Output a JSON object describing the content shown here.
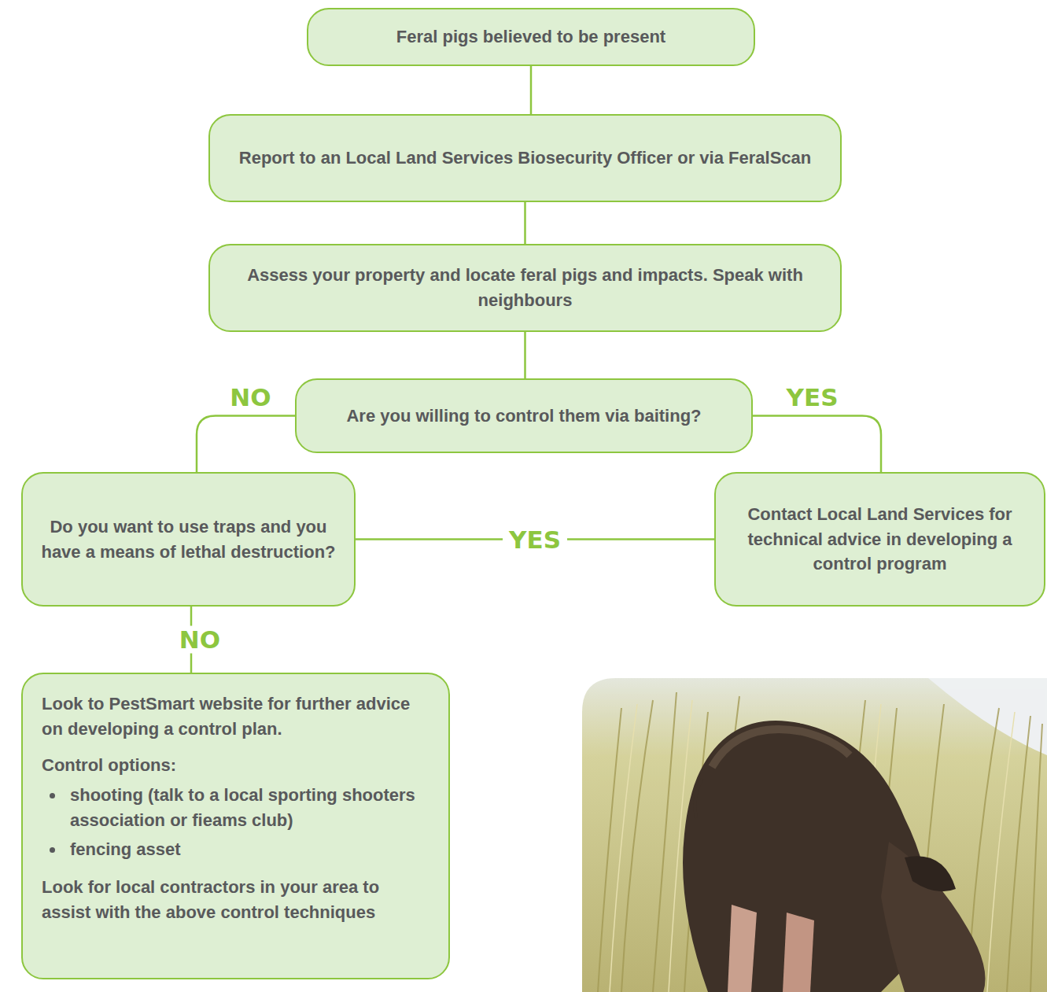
{
  "diagram": {
    "nodes": [
      {
        "text": [
          "Feral pigs believed to be present"
        ]
      },
      {
        "text": [
          "Report to an Local Land Services Biosecurity Officer or via FeralScan"
        ]
      },
      {
        "text": [
          "Assess your property and locate feral pigs and impacts. Speak with neighbours"
        ]
      },
      {
        "text": [
          "Are you willing to control them via baiting?"
        ]
      },
      {
        "text": [
          "Do you want to use traps and you have a means of lethal destruction?"
        ]
      },
      {
        "text": [
          "Contact Local Land Services for technical advice in developing a control program"
        ]
      },
      {
        "text": [
          "Look to PestSmart website for further advice on developing a control plan.",
          "Control options:",
          "shooting (talk to a local sporting shooters association or fieams club)",
          "fencing asset",
          "Look for local contractors in your area to assist with the above control techniques"
        ]
      }
    ],
    "edges": [
      {
        "from": 0,
        "to": 1,
        "arrow": "none"
      },
      {
        "from": 1,
        "to": 2,
        "arrow": "none"
      },
      {
        "from": 2,
        "to": 3,
        "arrow": "none"
      },
      {
        "from": 3,
        "to": 4,
        "label": "NO",
        "arrow": "none"
      },
      {
        "from": 3,
        "to": 5,
        "label": "YES",
        "arrow": "none"
      },
      {
        "from": 4,
        "to": 5,
        "label": "YES",
        "arrow": "none"
      },
      {
        "from": 4,
        "to": 6,
        "label": "NO",
        "arrow": "none"
      }
    ]
  }
}
